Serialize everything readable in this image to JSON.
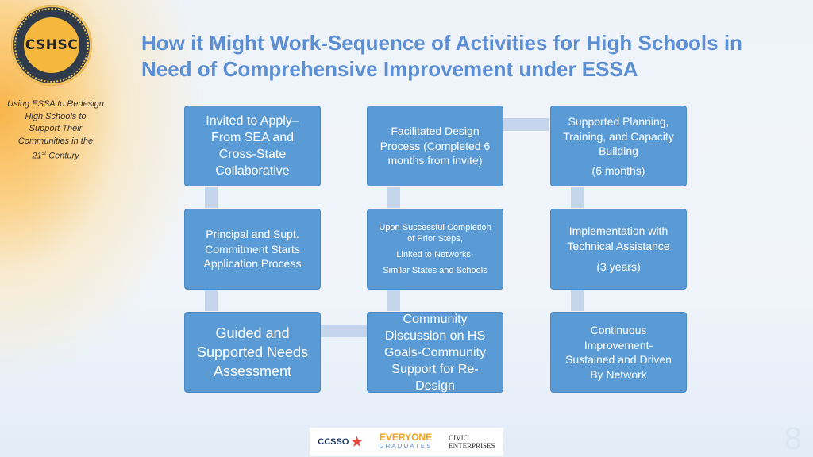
{
  "logo": {
    "text": "CSHSC"
  },
  "tagline": {
    "line1": "Using ESSA to Redesign",
    "line2": "High Schools to",
    "line3": "Support Their",
    "line4": "Communities in the",
    "line5_pre": "21",
    "line5_sup": "st",
    "line5_post": " Century"
  },
  "title": "How it Might Work-Sequence of Activities for High Schools in Need of Comprehensive Improvement under ESSA",
  "boxes": {
    "invited": "Invited to Apply–\nFrom SEA  and\nCross-State\nCollaborative",
    "facilitated": "Facilitated Design\nProcess (Completed 6\nmonths from invite)",
    "supported_planning": "Supported Planning,\nTraining, and Capacity\nBuilding",
    "supported_planning_time": "(6 months)",
    "principal": "Principal and Supt.\nCommitment Starts\nApplication Process",
    "upon_1": "Upon Successful Completion\nof Prior Steps,",
    "upon_2": "Linked to Networks-",
    "upon_3": "Similar States and Schools",
    "implementation": "Implementation with\nTechnical Assistance",
    "implementation_time": "(3 years)",
    "guided": "Guided and\nSupported Needs\nAssessment",
    "community": "Community\nDiscussion on HS\nGoals-Community\nSupport for Re-\nDesign",
    "continuous": "Continuous\nImprovement-\nSustained and Driven\nBy Network"
  },
  "footer": {
    "ccsso": "CCSSO",
    "everyone_1": "EVERYONE",
    "everyone_2": "GRADUATES",
    "civic_1": "CIVIC",
    "civic_2": "ENTERPRISES"
  },
  "page_number": "8",
  "colors": {
    "box": "#5b9bd5",
    "title": "#5b8ed3",
    "connector": "#c5d6ec"
  }
}
